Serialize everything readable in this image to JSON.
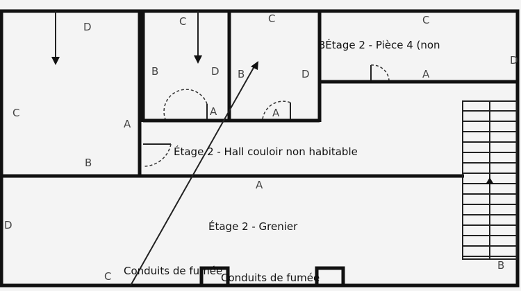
{
  "rooms": {
    "piece4": "BÉtage 2 - Pièce 4 (non",
    "hall": "Étage 2 - Hall couloir non habitable",
    "grenier": "Étage 2 - Grenier",
    "conduits1": "Conduits de fumée",
    "conduits2": "Conduits de fumée"
  },
  "wall_letters": {
    "r1_top": "D",
    "r1_left": "C",
    "r1_right": "A",
    "r1_bottom": "B",
    "r2_top": "C",
    "r2_left": "B",
    "r2_right": "D",
    "r2_door": "A",
    "r3_top": "C",
    "r3_left": "B",
    "r3_right": "D",
    "r3_door": "A",
    "r4_top": "C",
    "r4_right": "D",
    "r4_door": "A",
    "hall_bottom": "A",
    "grenier_left": "D",
    "grenier_bottom": "C",
    "grenier_right": "B"
  }
}
